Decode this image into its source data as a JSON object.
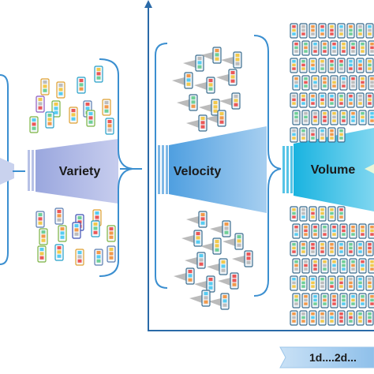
{
  "stages": [
    {
      "label": "Variety",
      "data_items": "mixed-type-records"
    },
    {
      "label": "Velocity",
      "data_items": "moving-records"
    },
    {
      "label": "Volume",
      "data_items": "stacked-records"
    }
  ],
  "timeline": {
    "label": "1d....2d..."
  },
  "colors": {
    "variety_funnel": "#aab5e2",
    "velocity_funnel": "#6fb1e5",
    "volume_funnel": "#2ab7df",
    "bracket": "#3b8fd0",
    "axis": "#2a6aa8",
    "timeline_arrow": "#a9cdec",
    "record_card": "#3c6e8f"
  }
}
